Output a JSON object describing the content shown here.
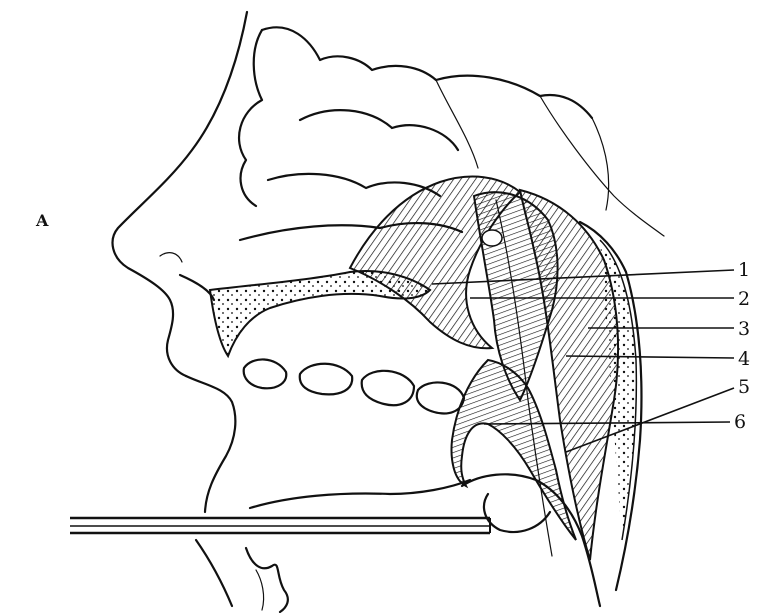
{
  "panel_label": "A",
  "labels": [
    "1",
    "2",
    "3",
    "4",
    "5",
    "6"
  ],
  "colors": {
    "ink": "#111111",
    "paper": "#ffffff"
  }
}
